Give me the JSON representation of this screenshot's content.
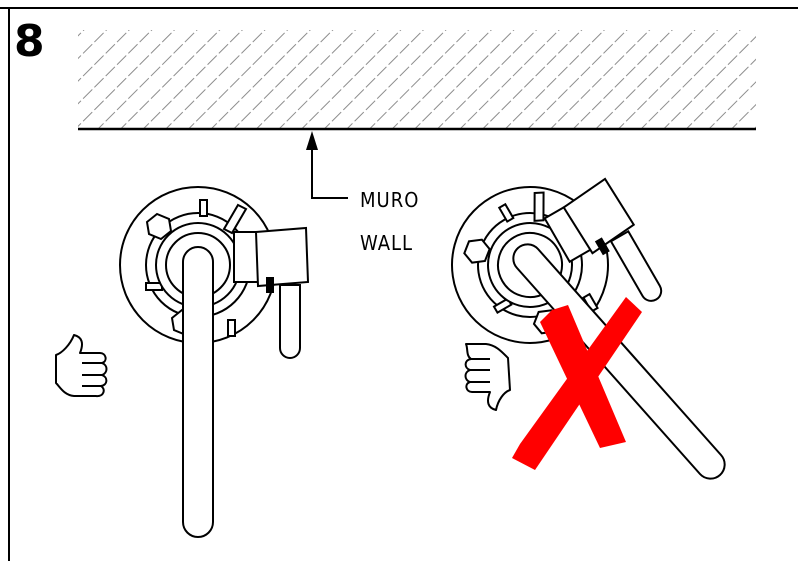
{
  "step": {
    "number": "8"
  },
  "wall": {
    "label_it": "MURO",
    "label_en": "WALL"
  },
  "icons": {
    "correct": "thumbs-up-icon",
    "wrong": "thumbs-down-icon",
    "wrong_mark": "red-x-mark-icon"
  },
  "colors": {
    "line": "#000000",
    "hatch": "#9a9a9a",
    "cross": "#ff0000"
  }
}
